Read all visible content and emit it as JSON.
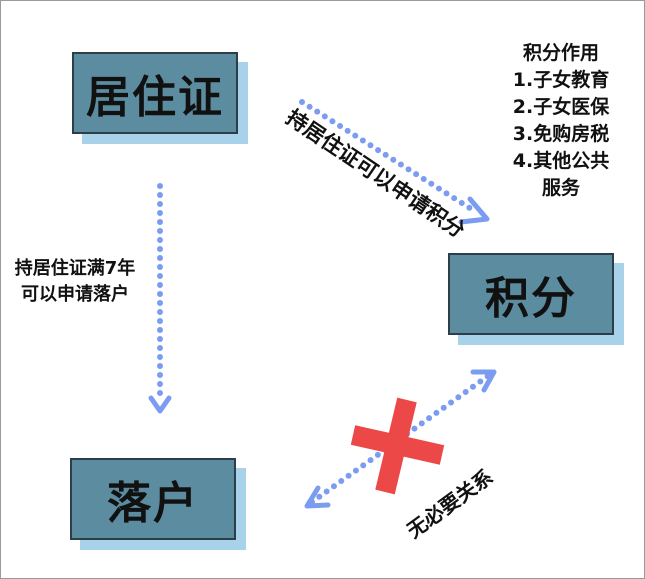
{
  "nodes": {
    "residence_permit": "居住证",
    "points": "积分",
    "settlement": "落户"
  },
  "edges": {
    "permit_to_points": "持居住证可以申请积分",
    "permit_to_settlement_line1": "持居住证满7年",
    "permit_to_settlement_line2": "可以申请落户",
    "points_settlement": "无必要关系"
  },
  "points_usage": {
    "title": "积分作用",
    "items": [
      "1.子女教育",
      "2.子女医保",
      "3.免购房税",
      "4.其他公共",
      "服务"
    ]
  },
  "colors": {
    "box_fill": "#5b8ca0",
    "box_shadow": "#a8d2ea",
    "arrow": "#7b9cf0",
    "cross": "#ec4848"
  }
}
